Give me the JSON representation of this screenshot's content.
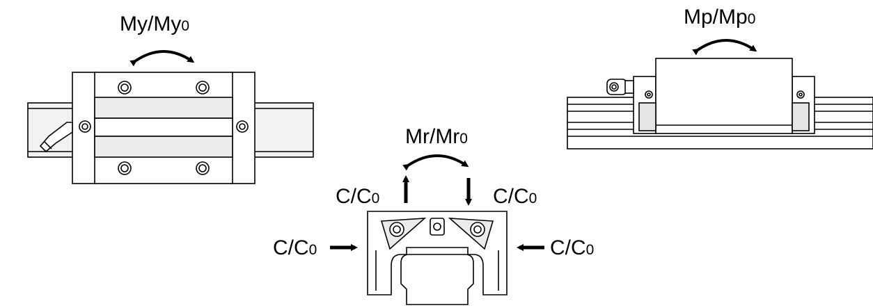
{
  "labels": {
    "top_view_moment": {
      "main": "My/My",
      "sub": "0"
    },
    "side_view_moment": {
      "main": "Mp/Mp",
      "sub": "0"
    },
    "roll_moment": {
      "main": "Mr/Mr",
      "sub": "0"
    },
    "load_up_left": {
      "main": "C/C",
      "sub": "0"
    },
    "load_down_right": {
      "main": "C/C",
      "sub": "0"
    },
    "load_lateral_left": {
      "main": "C/C",
      "sub": "0"
    },
    "load_lateral_right": {
      "main": "C/C",
      "sub": "0"
    }
  },
  "colors": {
    "line": "#000000",
    "face": "#ffffff",
    "shade": "#d9d9d9",
    "dark_shade": "#9a9a9a"
  }
}
